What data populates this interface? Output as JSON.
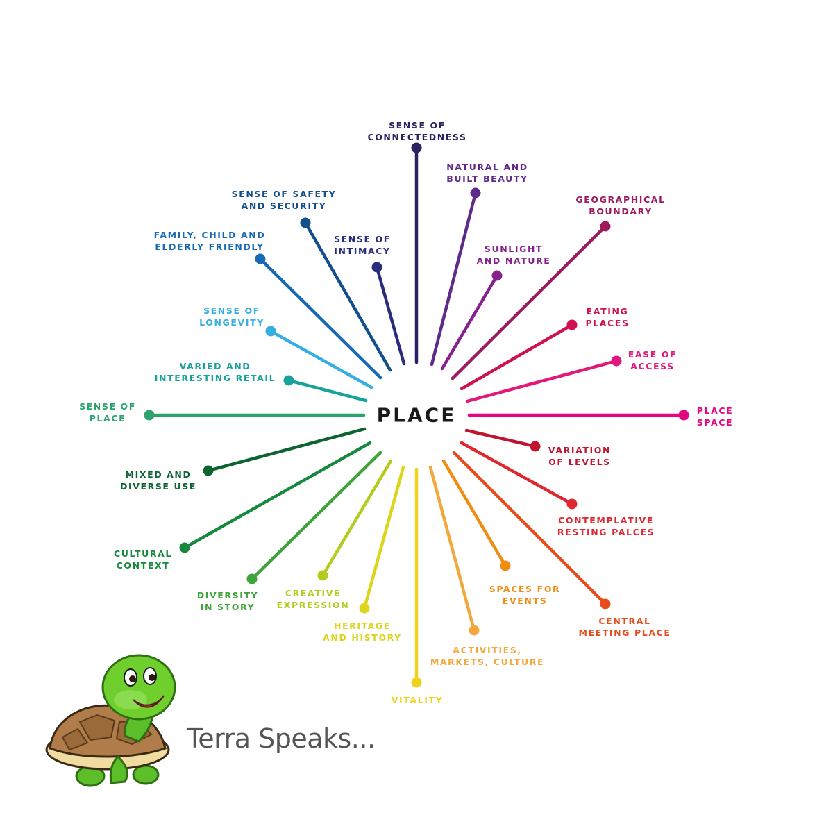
{
  "center": {
    "label": "PLACE"
  },
  "brand": {
    "text": "Terra Speaks..."
  },
  "spokes": [
    {
      "label": "SENSE OF\nCONNECTEDNESS",
      "color": "#2a2361"
    },
    {
      "label": "NATURAL AND\nBUILT BEAUTY",
      "color": "#5f2a8a"
    },
    {
      "label": "GEOGRAPHICAL\nBOUNDARY",
      "color": "#9b1b5e"
    },
    {
      "label": "SUNLIGHT\nAND NATURE",
      "color": "#87218c"
    },
    {
      "label": "EATING\nPLACES",
      "color": "#d0104f"
    },
    {
      "label": "EASE OF\nACCESS",
      "color": "#e2197a"
    },
    {
      "label": "PLACE\nSPACE",
      "color": "#e5067f"
    },
    {
      "label": "VARIATION\nOF LEVELS",
      "color": "#c0152e"
    },
    {
      "label": "CONTEMPLATIVE\nRESTING PALCES",
      "color": "#e0262f"
    },
    {
      "label": "CENTRAL\nMEETING PLACE",
      "color": "#e84c1c"
    },
    {
      "label": "SPACES FOR\nEVENTS",
      "color": "#f08c12"
    },
    {
      "label": "ACTIVITIES,\nMARKETS, CULTURE",
      "color": "#f2a83a"
    },
    {
      "label": "VITALITY",
      "color": "#f0d21e"
    },
    {
      "label": "HERITAGE\nAND HISTORY",
      "color": "#dcd51b"
    },
    {
      "label": "CREATIVE\nEXPRESSION",
      "color": "#b5cc1e"
    },
    {
      "label": "DIVERSITY\nIN STORY",
      "color": "#3ea43a"
    },
    {
      "label": "CULTURAL\nCONTEXT",
      "color": "#16893e"
    },
    {
      "label": "MIXED AND\nDIVERSE USE",
      "color": "#0e6430"
    },
    {
      "label": "SENSE OF\nPLACE",
      "color": "#2aa36c"
    },
    {
      "label": "VARIED AND\nINTERESTING RETAIL",
      "color": "#17a29a"
    },
    {
      "label": "SENSE OF\nLONGEVITY",
      "color": "#35aee2"
    },
    {
      "label": "FAMILY, CHILD AND\nELDERLY FRIENDLY",
      "color": "#1769b3"
    },
    {
      "label": "SENSE OF SAFETY\nAND SECURITY",
      "color": "#124f8c"
    },
    {
      "label": "SENSE OF\nINTIMACY",
      "color": "#2a2d7d"
    }
  ]
}
